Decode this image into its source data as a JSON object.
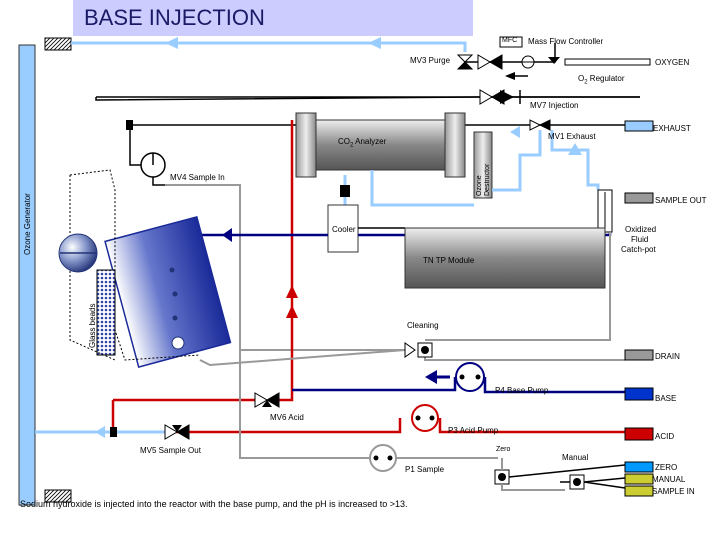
{
  "title": "BASE INJECTION",
  "labels": {
    "mfc": "MFC",
    "mass_flow_controller": "Mass Flow Controller",
    "mv3_purge": "MV3 Purge",
    "oxygen": "OXYGEN",
    "o2_regulator_pre": "O",
    "o2_regulator_sub": "2",
    "o2_regulator_post": " Regulator",
    "mv7_injection": "MV7 Injection",
    "exhaust": "EXHAUST",
    "co2_pre": "CO",
    "co2_sub": "2",
    "co2_post": " Analyzer",
    "mv1_exhaust": "MV1 Exhaust",
    "ozone_destructor_1": "Ozone",
    "ozone_destructor_2": "Destructor",
    "mv4_sample_in": "MV4 Sample In",
    "ozone_generator": "Ozone Generator",
    "sample_out": "SAMPLE OUT",
    "cooler": "Cooler",
    "oxidized_1": "Oxidized",
    "oxidized_2": "Fluid",
    "oxidized_3": "Catch-pot",
    "tntp_module": "TN TP Module",
    "glass_beads": "Glass beads",
    "cleaning": "Cleaning",
    "drain": "DRAIN",
    "p4_base_pump": "P4 Base Pump",
    "base": "BASE",
    "mv6_acid": "MV6 Acid",
    "p3_acid_pump": "P3 Acid Pump",
    "acid": "ACID",
    "mv5_sample_out": "MV5 Sample Out",
    "zero_valve": "Zero",
    "manual_valve": "Manual",
    "p1_sample": "P1 Sample",
    "zero": "ZERO",
    "manual": "MANUAL",
    "sample_in": "SAMPLE IN"
  },
  "caption": "Sodium hydroxide is injected into the reactor with the base pump, and the pH is increased to >13.",
  "colors": {
    "gas_line": "#99ccff",
    "base_line": "#000080",
    "acid_line": "#cc0000",
    "fluid_line": "#999999",
    "base_reservoir": "#0033cc",
    "acid_reservoir": "#cc0000",
    "zero_reservoir": "#0099ff",
    "manual_reservoir": "#cccc33",
    "sample_reservoir": "#cccc33",
    "title_bg": "#ccccff",
    "ozone_generator": "#99ccff"
  }
}
